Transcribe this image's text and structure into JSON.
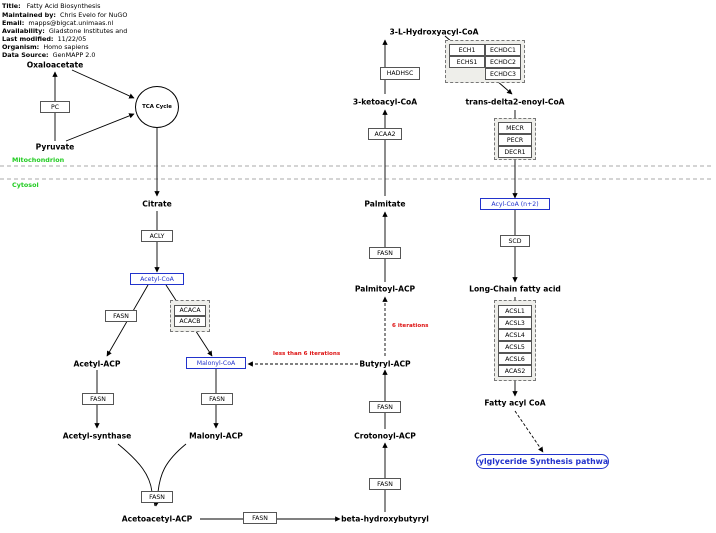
{
  "header": {
    "title_label": "Title:",
    "title": "Fatty Acid Biosynthesis",
    "maintained_label": "Maintained by:",
    "maintained": "Chris Evelo for NuGO",
    "email_label": "Email:",
    "email": "mapps@bigcat.unimaas.nl",
    "availability_label": "Availability:",
    "availability": "Gladstone Institutes and",
    "modified_label": "Last modified:",
    "modified": "11/22/05",
    "organism_label": "Organism:",
    "organism": "Homo sapiens",
    "source_label": "Data Source:",
    "source": "GenMAPP 2.0"
  },
  "compartments": {
    "mitochondrion": "Mitochondrion",
    "cytosol": "Cytosol"
  },
  "metabolites": {
    "oxaloacetate": "Oxaloacetate",
    "pyruvate": "Pyruvate",
    "citrate": "Citrate",
    "acetyl_acp": "Acetyl-ACP",
    "acetyl_synthase": "Acetyl-synthase",
    "malonyl_acp": "Malonyl-ACP",
    "acetoacetyl_acp": "Acetoacetyl-ACP",
    "beta_hydroxybutyryl": "beta-hydroxybutyryl",
    "crotonoyl_acp": "Crotonoyl-ACP",
    "butyryl_acp": "Butyryl-ACP",
    "palmitoyl_acp": "Palmitoyl-ACP",
    "palmitate": "Palmitate",
    "ketoacyl_coa": "3-ketoacyl-CoA",
    "hydroxyacyl_coa": "3-L-Hydroxyacyl-CoA",
    "enoyl_coa": "trans-delta2-enoyl-CoA",
    "long_chain": "Long-Chain fatty acid",
    "fatty_acyl_coa": "Fatty acyl CoA"
  },
  "genes": {
    "pc": "PC",
    "acly": "ACLY",
    "acetyl_coa": "Acetyl-CoA",
    "fasn_acetyl": "FASN",
    "acaca": "ACACA",
    "acacb": "ACACB",
    "malonyl_coa": "Malonyl-CoA",
    "fasn_acetyl_acp": "FASN",
    "fasn_malonyl_acp": "FASN",
    "fasn_merge": "FASN",
    "fasn_acetoacetyl": "FASN",
    "fasn_beta": "FASN",
    "fasn_crotonoyl": "FASN",
    "fasn_palmitoyl": "FASN",
    "acaa2": "ACAA2",
    "hadhsc": "HADHSC",
    "ech1": "ECH1",
    "echs1": "ECHS1",
    "echdc1": "ECHDC1",
    "echdc2": "ECHDC2",
    "echdc3": "ECHDC3",
    "mecr": "MECR",
    "pecr": "PECR",
    "decr1": "DECR1",
    "acyl_coa_n2": "Acyl-CoA (n+2)",
    "scd": "SCD",
    "acsl1": "ACSL1",
    "acsl3": "ACSL3",
    "acsl4": "ACSL4",
    "acsl5": "ACSL5",
    "acsl6": "ACSL6",
    "acsa2": "ACAS2"
  },
  "tca_cycle": "TCA Cycle",
  "annotations": {
    "less_than_6": "less than 6 iterations",
    "six_iterations": "6 iterations"
  },
  "pathway_link": "Triacylglyceride Synthesis pathway",
  "colors": {
    "compartment": "#22cc22",
    "annotation": "#dd1111",
    "link": "#2233cc",
    "group_fill": "#eeeeea"
  }
}
